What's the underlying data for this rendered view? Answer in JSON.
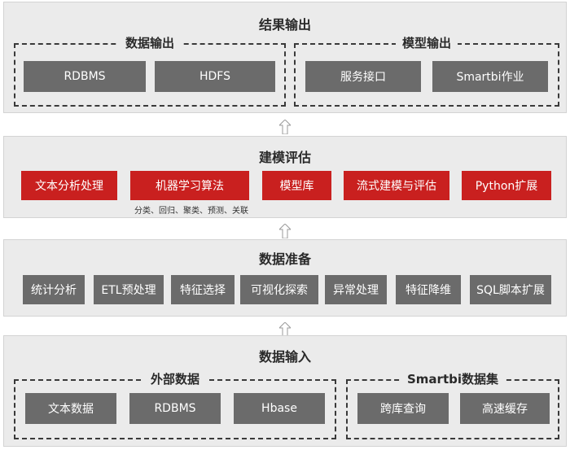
{
  "result_output": {
    "title": "结果输出",
    "data_output": {
      "title": "数据输出",
      "items": [
        "RDBMS",
        "HDFS"
      ]
    },
    "model_output": {
      "title": "模型输出",
      "items": [
        "服务接口",
        "Smartbi作业"
      ]
    }
  },
  "modeling": {
    "title": "建模评估",
    "items": [
      "文本分析处理",
      "机器学习算法",
      "模型库",
      "流式建模与评估",
      "Python扩展"
    ],
    "ml_note": "分类、回归、聚类、预测、关联"
  },
  "data_prep": {
    "title": "数据准备",
    "items": [
      "统计分析",
      "ETL预处理",
      "特征选择",
      "可视化探索",
      "异常处理",
      "特征降维",
      "SQL脚本扩展"
    ]
  },
  "data_input": {
    "title": "数据输入",
    "external": {
      "title": "外部数据",
      "items": [
        "文本数据",
        "RDBMS",
        "Hbase"
      ]
    },
    "smartbi_dataset": {
      "title": "Smartbi数据集",
      "items": [
        "跨库查询",
        "高速缓存"
      ]
    }
  },
  "colors": {
    "layer_bg": "#ebebeb",
    "gray_box": "#6b6b6b",
    "red_box": "#c9201f"
  }
}
